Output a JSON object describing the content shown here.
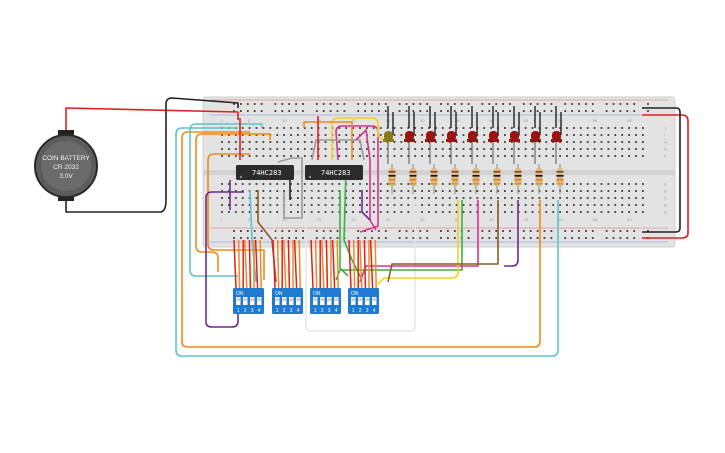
{
  "battery": {
    "line1": "COIN BATTERY",
    "line2": "CR 2032",
    "line3": "3.0V"
  },
  "chips": [
    {
      "label": "74HC283"
    },
    {
      "label": "74HC283"
    }
  ],
  "dip_switches": [
    {
      "on": "ON",
      "nums": [
        "1",
        "2",
        "3",
        "4"
      ]
    },
    {
      "on": "ON",
      "nums": [
        "1",
        "2",
        "3",
        "4"
      ]
    },
    {
      "on": "ON",
      "nums": [
        "1",
        "2",
        "3",
        "4"
      ]
    },
    {
      "on": "ON",
      "nums": [
        "1",
        "2",
        "3",
        "4"
      ]
    }
  ],
  "breadboard": {
    "row_letters": [
      "A",
      "B",
      "C",
      "D",
      "E",
      "F",
      "G",
      "H",
      "I",
      "J"
    ],
    "column_numbers": [
      "1",
      "5",
      "10",
      "15",
      "20",
      "25",
      "30",
      "35",
      "40",
      "45",
      "50",
      "55",
      "60"
    ]
  },
  "leds": {
    "count": 9,
    "colors": [
      "#8a7a1a",
      "#9b1414",
      "#9b1414",
      "#9b1414",
      "#9b1414",
      "#9b1414",
      "#9b1414",
      "#9b1414",
      "#9b1414"
    ]
  },
  "resistors": {
    "count": 9
  },
  "wire_colors": {
    "red": "#e02020",
    "black": "#222222",
    "orange": "#f08a1c",
    "cyan": "#5bc4cf",
    "purple": "#6b2d8f",
    "brown": "#8b5a2b",
    "green": "#3cb043",
    "yellow": "#f2d21b",
    "magenta": "#d6338f",
    "gray": "#9a9a9a",
    "white": "#e6e6e6"
  }
}
